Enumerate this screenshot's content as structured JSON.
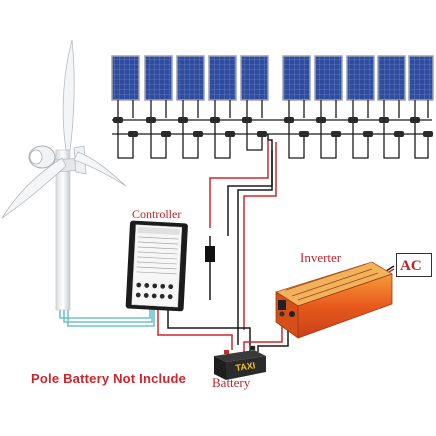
{
  "labels": {
    "controller": "Controller",
    "inverter": "Inverter",
    "ac": "AC",
    "battery": "Battery",
    "battery_brand": "TAXI",
    "note": "Pole Battery Not Include"
  },
  "components": {
    "solar_panels_left_group": 5,
    "solar_panels_right_group": 5,
    "wind_turbine_blades": 3
  },
  "colors": {
    "positive_wire": "#d0262c",
    "negative_wire": "#1a1a1a",
    "turbine_wire": "#6fc3c6",
    "panel_cell": "#2f4c9e",
    "inverter_body": "#e85a1c",
    "label_red": "#c0222a"
  }
}
